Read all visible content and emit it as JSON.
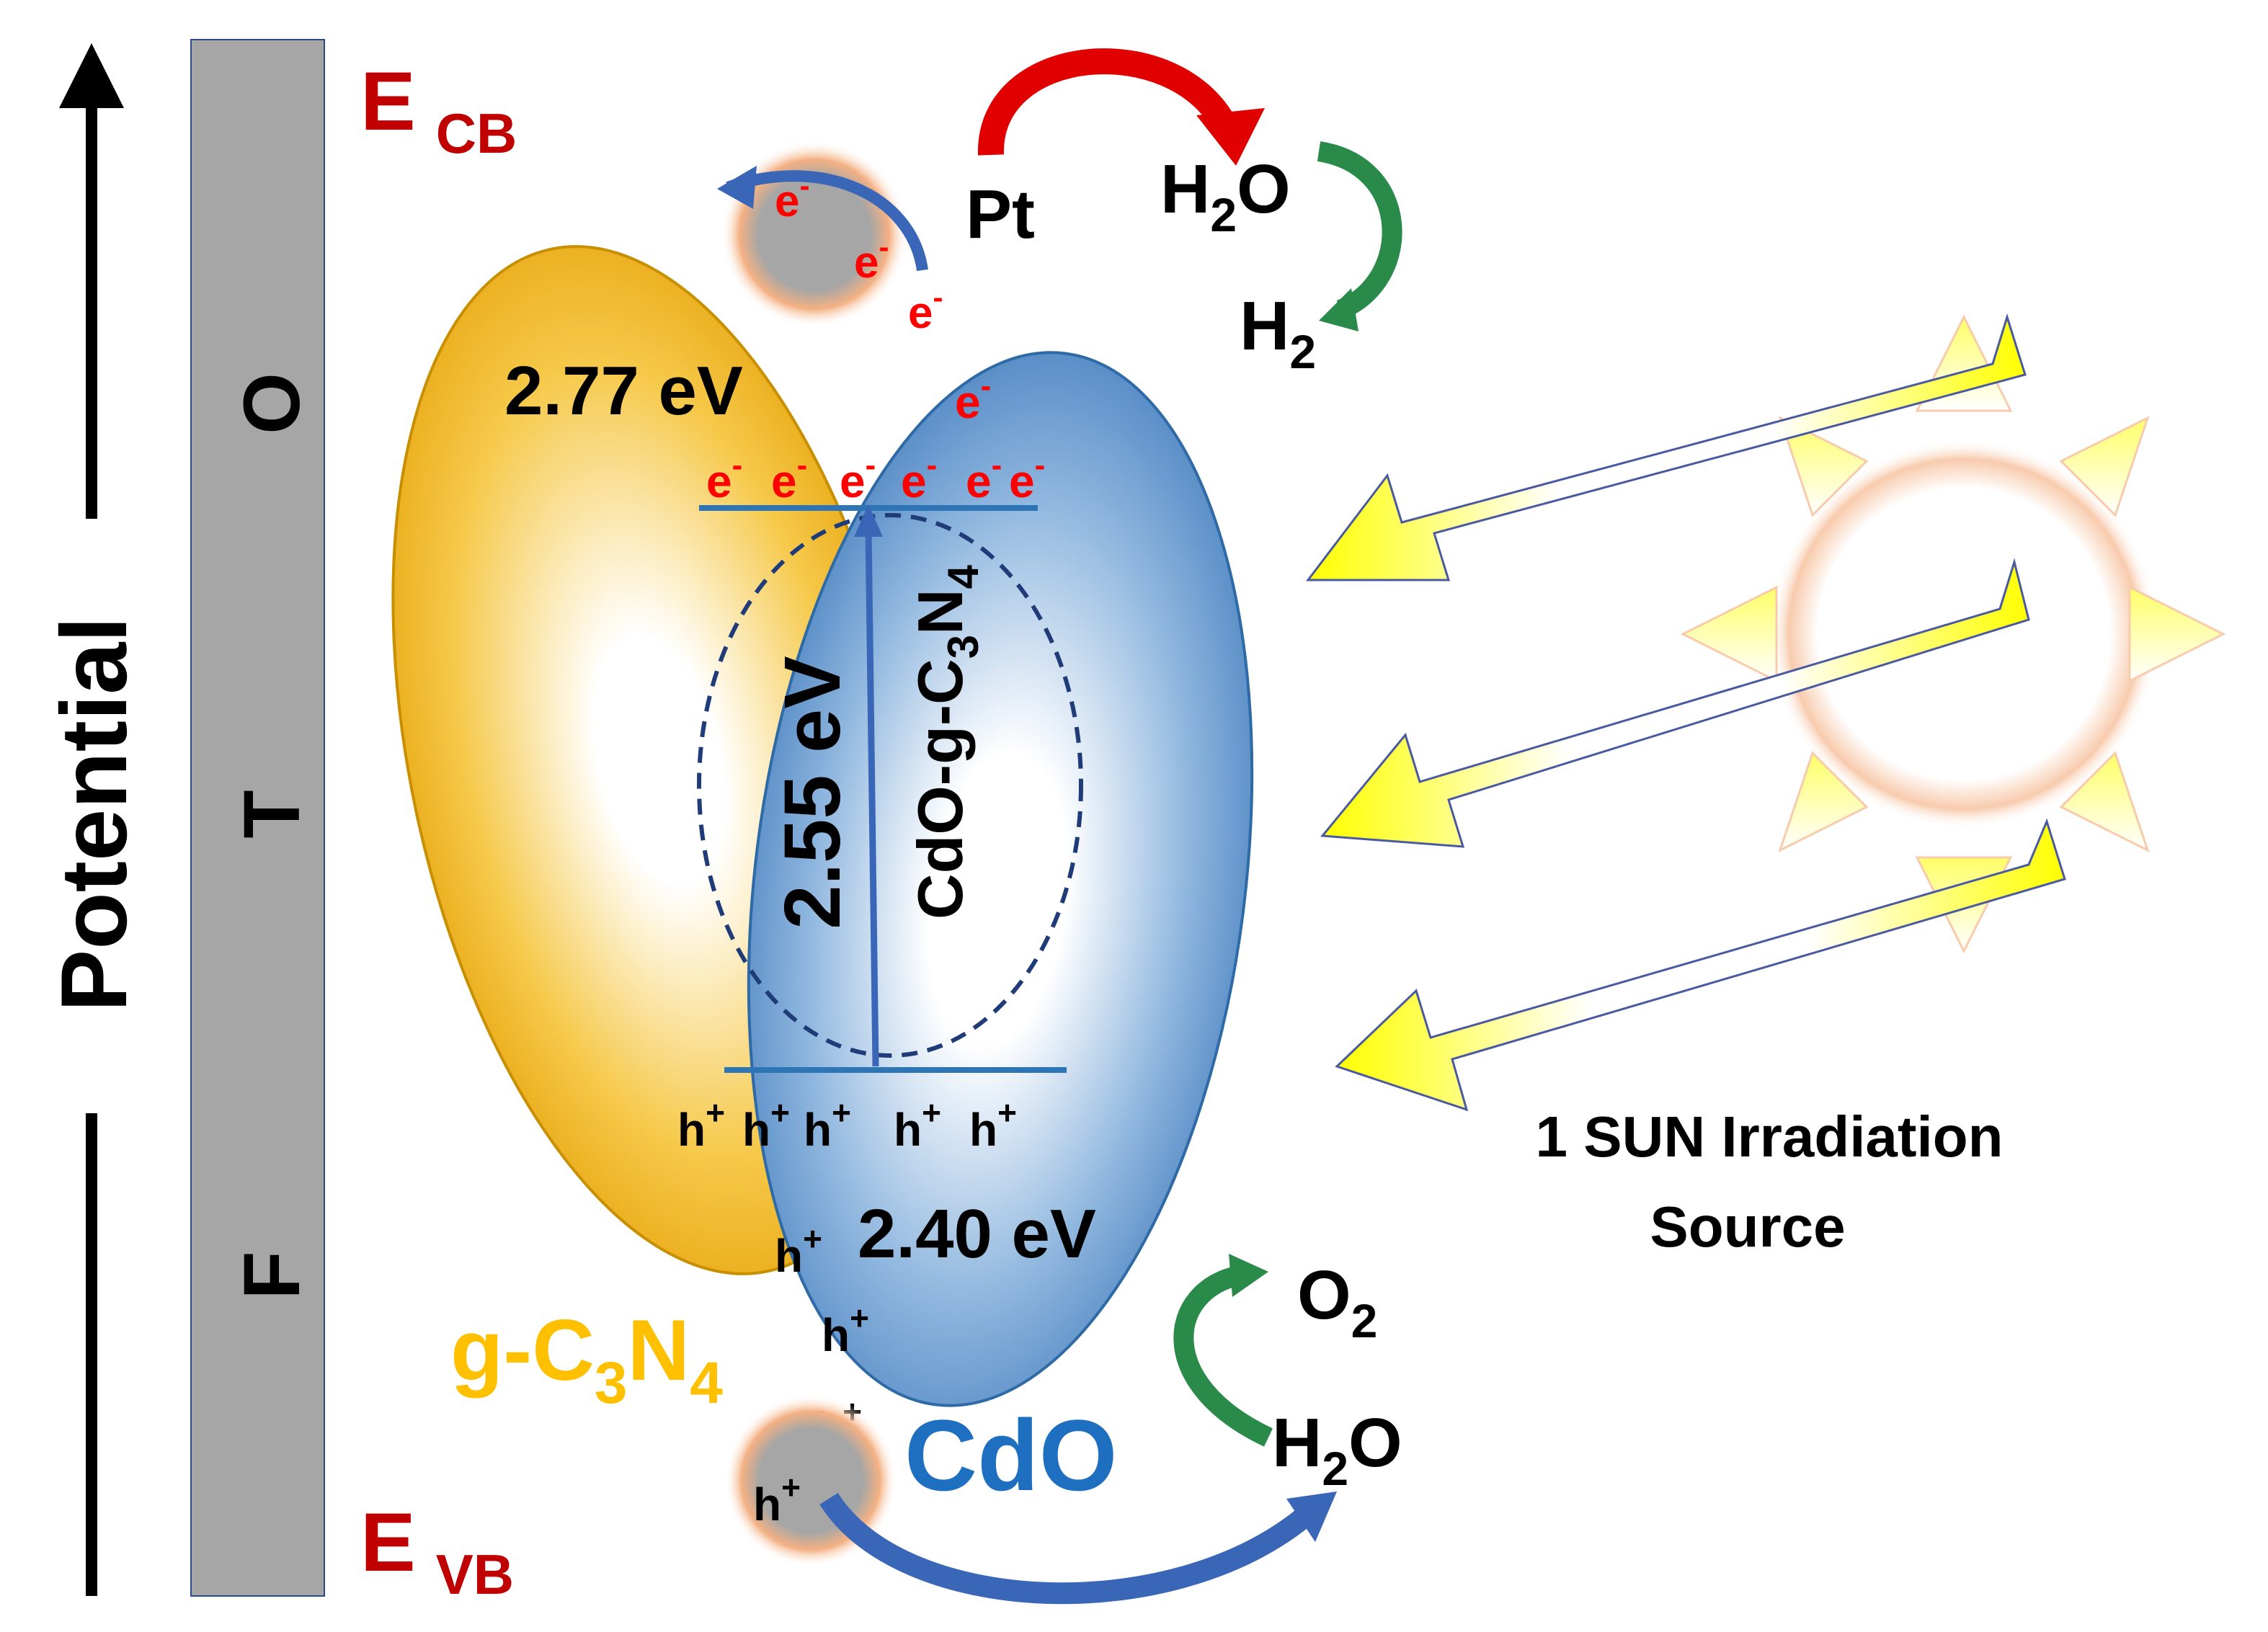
{
  "axis": {
    "label": "Potential"
  },
  "fto": {
    "letters": [
      "F",
      "T",
      "O"
    ]
  },
  "band_labels": {
    "ecb": {
      "main": "E",
      "sub": "CB"
    },
    "evb": {
      "main": "E",
      "sub": "VB"
    }
  },
  "materials": {
    "gc3n4": {
      "label": {
        "p1": "g-C",
        "s1": "3",
        "p2": "N",
        "s2": "4"
      },
      "bandgap": "2.77 eV"
    },
    "cdo": {
      "label": "CdO",
      "bandgap": "2.40 eV"
    },
    "composite": {
      "label": {
        "p1": "CdO-g-C",
        "s1": "3",
        "p2": "N",
        "s2": "4"
      },
      "bandgap": "2.55 eV"
    }
  },
  "cocatalyst": {
    "label": "Pt"
  },
  "charges": {
    "electron": "e",
    "electron_sup": "-",
    "hole": "h",
    "hole_sup": "+"
  },
  "reactions": {
    "water_top": {
      "p1": "H",
      "s1": "2",
      "p2": "O"
    },
    "hydrogen": {
      "p1": "H",
      "s1": "2"
    },
    "oxygen": {
      "p1": "O",
      "s1": "2"
    },
    "water_bottom": {
      "p1": "H",
      "s1": "2",
      "p2": "O"
    }
  },
  "light_source": {
    "line1": "1  SUN Irradiation",
    "line2": "Source"
  },
  "colors": {
    "fto": "#a6a6a6",
    "gc3n4": "#f0b323",
    "gc3n4_text": "#ffc000",
    "cdo": "#6f9fd0",
    "cdo_text": "#1f6fc0",
    "band_label": "#c00000",
    "electron": "#ff0000",
    "level_line": "#2e75b6",
    "red_arrow": "#e00000",
    "green_arrow": "#2a8a4a",
    "blue_arrow": "#3a66b8",
    "sun_yellow": "#ffff33"
  }
}
